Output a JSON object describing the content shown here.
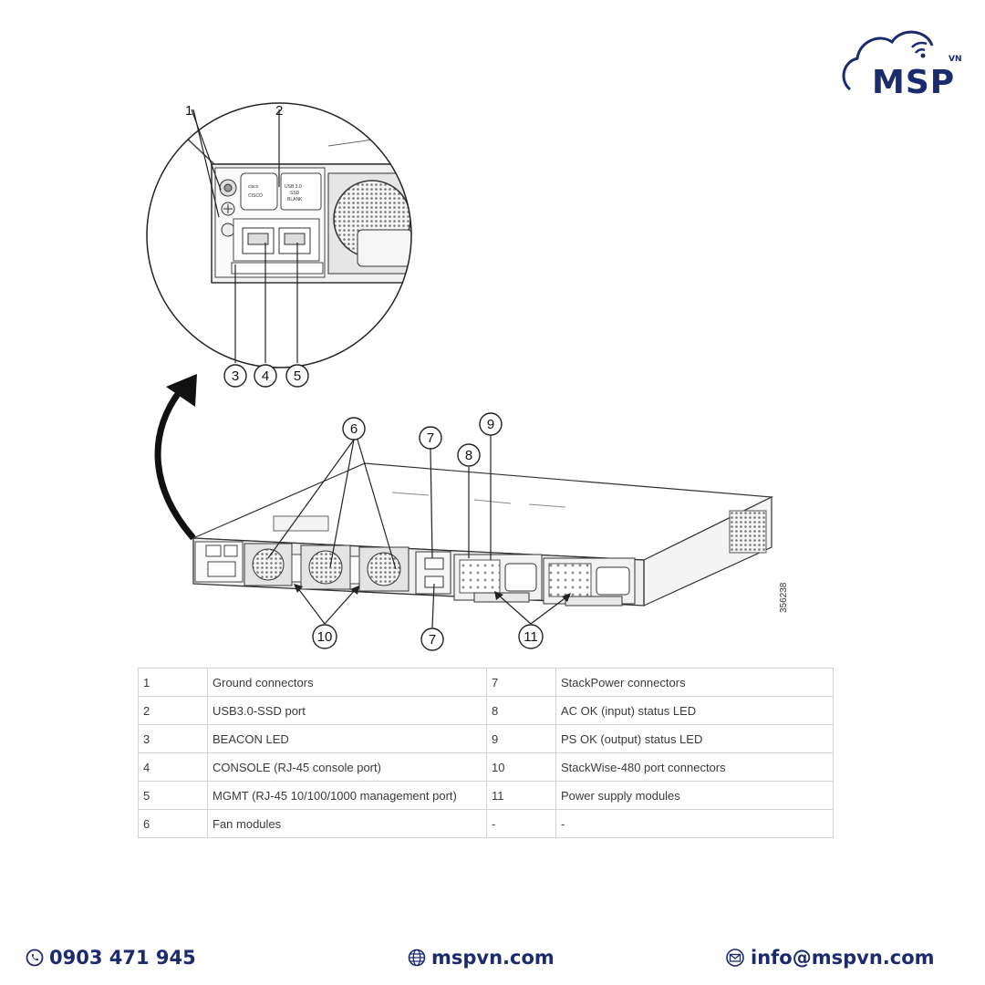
{
  "logo": {
    "text": "MSP",
    "superscript": "VN",
    "color": "#1c2b6e"
  },
  "diagram": {
    "callouts": [
      "1",
      "2",
      "3",
      "4",
      "5",
      "6",
      "7",
      "8",
      "9",
      "10",
      "11"
    ],
    "figure_id": "356238",
    "panel_labels": {
      "cisco": "cisco",
      "ssd_blank": "USB-3.0 SSD BLANK"
    }
  },
  "legend": {
    "rows": [
      {
        "n1": "1",
        "d1": "Ground connectors",
        "n2": "7",
        "d2": "StackPower connectors"
      },
      {
        "n1": "2",
        "d1": "USB3.0-SSD port",
        "n2": "8",
        "d2": "AC OK (input) status LED"
      },
      {
        "n1": "3",
        "d1": "BEACON LED",
        "n2": "9",
        "d2": "PS OK (output) status LED"
      },
      {
        "n1": "4",
        "d1": "CONSOLE (RJ-45 console port)",
        "n2": "10",
        "d2": "StackWise-480 port connectors"
      },
      {
        "n1": "5",
        "d1": "MGMT (RJ-45 10/100/1000 management port)",
        "n2": "11",
        "d2": "Power supply modules"
      },
      {
        "n1": "6",
        "d1": "Fan modules",
        "n2": "-",
        "d2": "-"
      }
    ]
  },
  "footer": {
    "phone": "0903 471 945",
    "website": "mspvn.com",
    "email": "info@mspvn.com"
  }
}
